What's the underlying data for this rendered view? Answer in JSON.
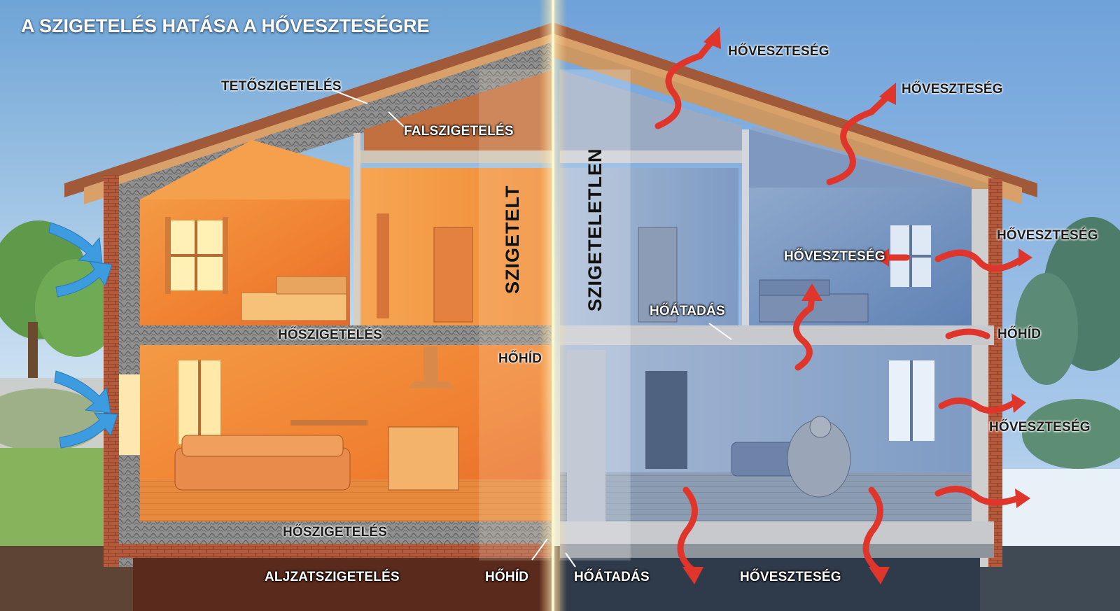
{
  "title": "A SZIGETELÉS HATÁSA A HŐVESZTESÉGRE",
  "sides": {
    "insulated": "SZIGETELT",
    "uninsulated": "SZIGETELETLEN"
  },
  "labels_left": {
    "roof_insulation": "TETŐSZIGETELÉS",
    "wall_insulation": "FALSZIGETELÉS",
    "floor_insulation_upper": "HŐSZIGETELÉS",
    "floor_insulation_lower": "HŐSZIGETELÉS",
    "thermal_bridge": "HŐHÍD",
    "base_insulation": "ALJZATSZIGETELÉS",
    "thermal_bridge_bottom": "HŐHÍD"
  },
  "labels_right": {
    "heat_loss_roof_1": "HŐVESZTESÉG",
    "heat_loss_roof_2": "HŐVESZTESÉG",
    "heat_loss_window_upper": "HŐVESZTESÉG",
    "heat_loss_wall_upper": "HŐVESZTESÉG",
    "heat_transfer_floor": "HŐÁTADÁS",
    "thermal_bridge": "HŐHÍD",
    "heat_loss_wall_lower": "HŐVESZTESÉG",
    "heat_transfer_bottom": "HŐÁTADÁS",
    "heat_loss_ground": "HŐVESZTESÉG"
  },
  "colors": {
    "warm": "#f08a2e",
    "cold": "#6f93c4",
    "heat_arrow": "#e0352b",
    "air_arrow": "#3d9be0",
    "brick": "#b65a3d",
    "insulation": "#8a8a8a"
  }
}
